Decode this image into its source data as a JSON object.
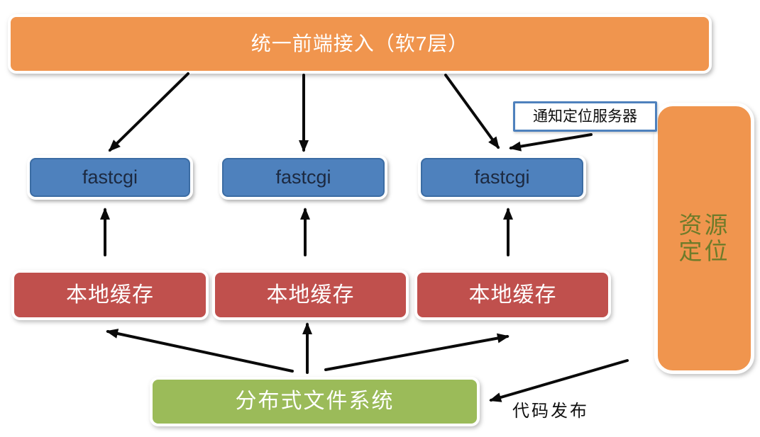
{
  "diagram": {
    "banner": {
      "label": "统一前端接入（软7层）"
    },
    "fastcgi_nodes": [
      {
        "label": "fastcgi"
      },
      {
        "label": "fastcgi"
      },
      {
        "label": "fastcgi"
      }
    ],
    "cache_nodes": [
      {
        "label": "本地缓存"
      },
      {
        "label": "本地缓存"
      },
      {
        "label": "本地缓存"
      }
    ],
    "dfs": {
      "label": "分布式文件系统"
    },
    "resource_locator": {
      "label": "资源定位"
    },
    "callout": {
      "label": "通知定位服务器"
    },
    "annotation": {
      "label": "代码发布"
    },
    "connections": [
      "banner -> fastcgi-1",
      "banner -> fastcgi-2",
      "banner -> fastcgi-3",
      "callout -> fastcgi-3",
      "cache-1 -> fastcgi-1",
      "cache-2 -> fastcgi-2",
      "cache-3 -> fastcgi-3",
      "dfs -> cache-1",
      "dfs -> cache-2",
      "dfs -> cache-3",
      "code-release -> dfs"
    ],
    "colors": {
      "banner_orange": "#F0954E",
      "node_blue": "#4E81BD",
      "node_blue_border": "#3B6CA3",
      "cache_red": "#C0504D",
      "dfs_green": "#9BBB59",
      "resource_text_olive": "#6E7B2A",
      "callout_border_blue": "#4E81BD",
      "arrow_black": "#0A0A0A"
    }
  }
}
